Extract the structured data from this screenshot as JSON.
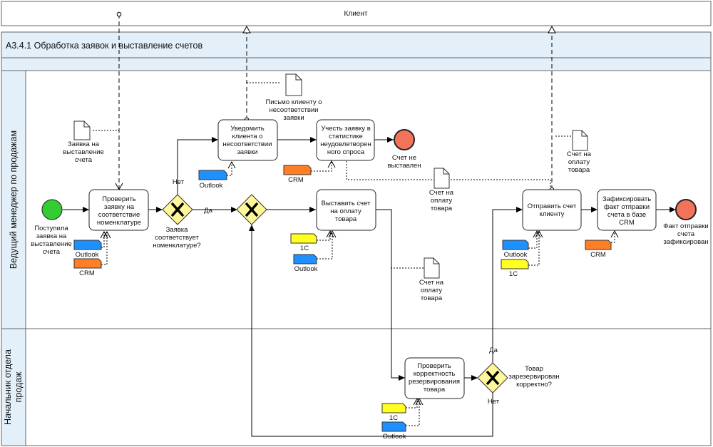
{
  "pool": {
    "client": "Клиент",
    "process_title": "А3.4.1 Обработка заявок и выставление счетов"
  },
  "lanes": {
    "manager": "Ведущий менеджер по продажам",
    "head": [
      "Начальник отдела",
      "продаж"
    ]
  },
  "tasks": {
    "check_request": [
      "Проверить",
      "заявку на",
      "соответствие",
      "номенклатуре"
    ],
    "notify_client": [
      "Уведомить",
      "клиента о",
      "несоответствии",
      "заявки"
    ],
    "record_request": [
      "Учесть заявку в",
      "статистике",
      "неудовлетворен",
      "ного спроса"
    ],
    "issue_invoice": [
      "Выставить счет",
      "на оплату",
      "товара"
    ],
    "send_invoice": [
      "Отправить счет",
      "клиенту"
    ],
    "record_fact": [
      "Зафиксировать",
      "факт отправки",
      "счета в базе",
      "CRM"
    ],
    "check_reservation": [
      "Проверить",
      "корректность",
      "резервирования",
      "товара"
    ]
  },
  "events": {
    "start": [
      "Поступила",
      "заявка на",
      "выставление",
      "счета"
    ],
    "end_no_invoice": [
      "Счет не",
      "выставлен"
    ],
    "end_fixed": [
      "Факт отправки",
      "счета",
      "зафиксирован"
    ]
  },
  "gateways": {
    "match_label": [
      "Заявка",
      "соответствует",
      "номенклатуре?"
    ],
    "match_no": "Нет",
    "match_yes": "Да",
    "reserve_label": [
      "Товар",
      "зарезервирован",
      "корректно?"
    ],
    "reserve_yes": "Да",
    "reserve_no": "Нет"
  },
  "documents": {
    "request": [
      "Заявка на",
      "выставление",
      "счета"
    ],
    "letter": [
      "Письмо клиенту о",
      "несоответствии",
      "заявки"
    ],
    "invoice_top": [
      "Счет на",
      "оплату",
      "товара"
    ],
    "invoice_mid": [
      "Счет на",
      "оплату",
      "товара"
    ],
    "invoice_right": [
      "Счет на",
      "оплату",
      "товара"
    ]
  },
  "systems": {
    "outlook": "Outlook",
    "crm": "CRM",
    "onec": "1С"
  },
  "colors": {
    "start_event": "#33cc33",
    "end_event": "#f2735a",
    "gateway": "#fff799",
    "lane_header": "#e3f0fa",
    "outlook": "#1e90ff",
    "crm": "#ff7f27",
    "onec": "#ffff22"
  }
}
